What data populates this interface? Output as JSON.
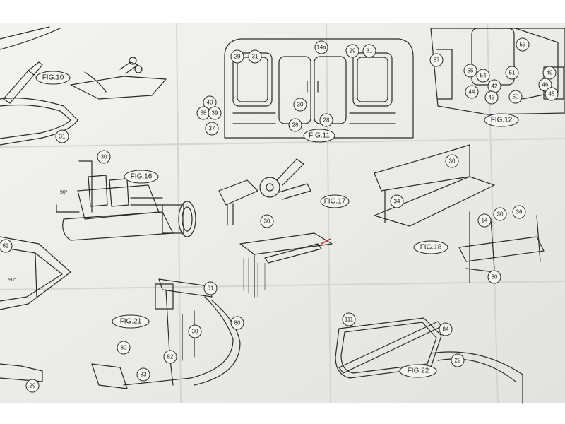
{
  "figures": [
    {
      "id": "fig10",
      "label": "FIG.10"
    },
    {
      "id": "fig11",
      "label": "FIG.11"
    },
    {
      "id": "fig12",
      "label": "FIG.12"
    },
    {
      "id": "fig16",
      "label": "FIG.16"
    },
    {
      "id": "fig17",
      "label": "FIG.17"
    },
    {
      "id": "fig18",
      "label": "FIG.18"
    },
    {
      "id": "fig21",
      "label": "FIG.21"
    },
    {
      "id": "fig22",
      "label": "FIG.22"
    }
  ],
  "angle_labels": [
    "90°",
    "90°"
  ],
  "part_callouts": [
    "31",
    "29",
    "31",
    "14a",
    "29",
    "31",
    "40",
    "38",
    "39",
    "37",
    "30",
    "28",
    "28",
    "57",
    "53",
    "55",
    "54",
    "51",
    "49",
    "42",
    "46",
    "44",
    "43",
    "50",
    "45",
    "30",
    "30",
    "34",
    "30",
    "14",
    "30",
    "36",
    "30",
    "82",
    "81",
    "80",
    "30",
    "82",
    "80",
    "83",
    "29",
    "111",
    "84",
    "29"
  ],
  "colors": {
    "paper": "#ececea",
    "ink": "#2a2a2a",
    "fold_shadow": "#c9c9c6",
    "callout_fill": "#f4f4f2"
  }
}
